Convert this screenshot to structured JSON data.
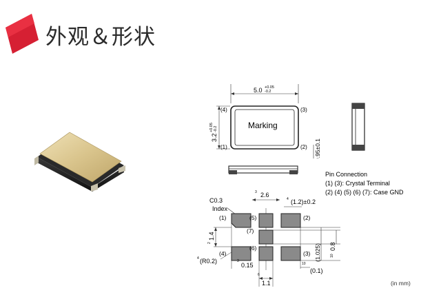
{
  "header": {
    "title": "外观＆形状"
  },
  "colors": {
    "brand_red": "#d62033",
    "brand_red_light": "#ec3445",
    "outline": "#333333",
    "pad_gray": "#8a8a8a"
  },
  "diagram": {
    "top_view": {
      "width_dim": {
        "base": "5.0",
        "upper": "+0.05",
        "lower": "-0.2"
      },
      "height_dim": {
        "base": "3.2",
        "upper": "+0.05",
        "lower": "-0.2"
      },
      "marking": "Marking",
      "pins": {
        "tl": "(4)",
        "tr": "(3)",
        "bl": "(1)",
        "br": "(2)"
      }
    },
    "side_view": {
      "thickness": "0.95±0.1"
    },
    "pin_connection": {
      "title": "Pin Connection",
      "line1": "(1) (3): Crystal Terminal",
      "line2": "(2) (4) (5) (6) (7): Case GND"
    },
    "footprint": {
      "chamfer": "C0.3",
      "index": "Index",
      "pin1": "(1)",
      "pin2": "(2)",
      "pin3": "(3)",
      "pin4": "(4)",
      "pin5": "(5)",
      "pin6": "(6)",
      "pin7": "(7)",
      "dim_2_6": "2.6",
      "dim_1_2": "(1.2)±0.2",
      "dim_1_4": "1.4",
      "dim_1_025": "(1.025)",
      "dim_0_8": "0.8",
      "dim_r0_2": "(R0.2)",
      "dim_0_15": "0.15",
      "dim_1_1": "1.1",
      "dim_0_1": "(0.1)",
      "note_3": "3",
      "note_4": "4",
      "note_2": "2",
      "note_10": "10",
      "note_6": "6"
    },
    "units": "(in mm)"
  }
}
